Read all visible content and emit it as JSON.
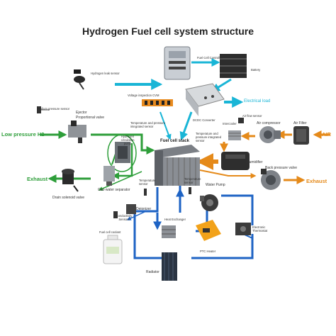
{
  "title": "Hydrogen Fuel cell system structure",
  "colors": {
    "hydrogen": "#2e9e3a",
    "cyan": "#19b5d6",
    "coolant": "#1e63c4",
    "air": "#e58a1a",
    "text": "#333333"
  },
  "labels": {
    "hydrogen_leak_sensor": "Hydrogen leak sensor",
    "fuel_cell_controller": "Fuel Cell Controller",
    "battery": "Battery",
    "voltage_inspection": "Voltage inspection CVM",
    "electrical_load": "Electrical load",
    "dcdc_converter": "DCDC Converter",
    "medium_pressure_sensor": "Medium pressure sensor",
    "ejector": "Ejector",
    "proportional_valve": "Proportional valve",
    "low_pressure_h2": "Low pressure H2",
    "hydrogen_circulation_pump": "Hydrogen circulation pump",
    "temp_pressure_sensor_1": "Temperature and pressure integrated sensor",
    "temp_pressure_sensor_2": "Temperature and pressure integrated sensor",
    "fuel_cell_stack": "Fuel cell stack",
    "air_flow_sensor": "Air flow sensor",
    "intercooler": "Intercooler",
    "air_compressor": "Air compressor",
    "air_filter": "Air Filter",
    "air": "AIR",
    "humidifier": "Humidifier",
    "back_pressure_valve": "Back pressure valve",
    "exhaust_left": "Exhaust",
    "exhaust_right": "Exhaust",
    "gas_water_separator": "Gas-water separator",
    "drain_solenoid_valve": "Drain solenoid valve",
    "temperature_sensor_1": "Temperature sensor",
    "temperature_sensor_2": "Temperature sensor",
    "water_pump": "Water Pump",
    "deionizer": "Deionizer",
    "conductivity_sensors": "Conductivity Sensors",
    "heat_exchanger": "Heat Exchanger",
    "fuel_cell_coolant": "Fuel cell coolant",
    "electronic_thermostat": "Electronic Thermostat",
    "ptc_heater": "PTC Heater",
    "radiator": "Radiator"
  }
}
